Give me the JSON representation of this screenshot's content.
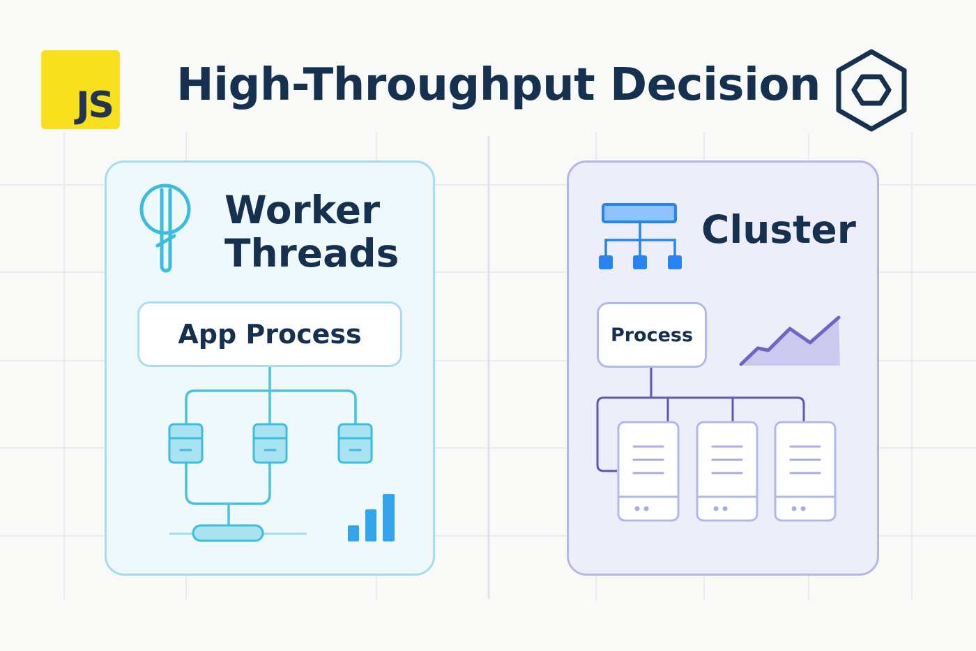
{
  "header": {
    "title": "High-Throughput Decision",
    "left_logo_text": "JS",
    "left_logo_icon": "javascript-logo",
    "right_logo_icon": "hexagon-logo"
  },
  "workers_panel": {
    "title_line1": "Worker",
    "title_line2": "Threads",
    "icon": "thread-icon",
    "app_box_label": "App Process",
    "thread_nodes": 3,
    "bar_chart_icon": "bar-chart-icon"
  },
  "cluster_panel": {
    "title": "Cluster",
    "icon": "hierarchy-icon",
    "process_box_label": "Process",
    "server_nodes": 3,
    "area_chart_icon": "area-chart-icon"
  },
  "colors": {
    "background": "#f9faf8",
    "title_text": "#16304f",
    "js_yellow": "#f7df1e",
    "workers_accent": "#3bbde0",
    "workers_panel_bg": "#eff9fc",
    "cluster_accent": "#5d57b8",
    "cluster_panel_bg": "#eeeefb",
    "hierarchy_blue": "#2583f2"
  }
}
